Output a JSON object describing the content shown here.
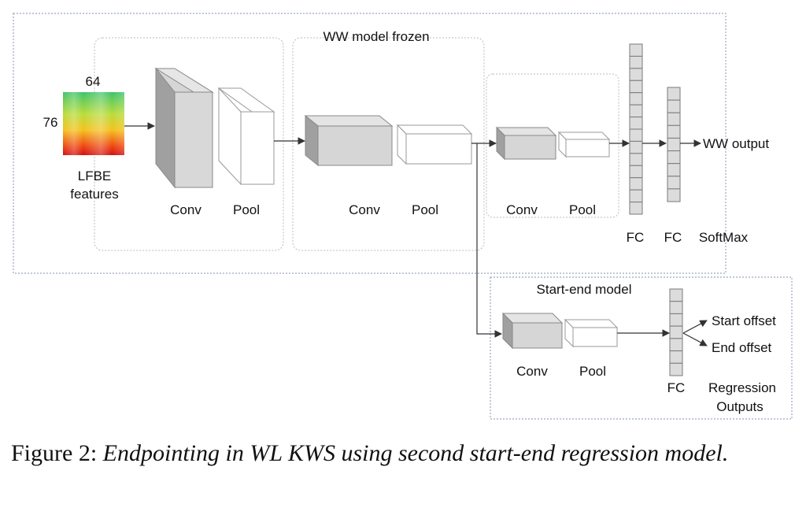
{
  "outer_box_title": "WW model frozen",
  "input": {
    "width_label": "64",
    "height_label": "76",
    "label_line1": "LFBE",
    "label_line2": "features"
  },
  "ww_branch": {
    "conv1": "Conv",
    "pool1": "Pool",
    "conv2": "Conv",
    "pool2": "Pool",
    "conv3": "Conv",
    "pool3": "Pool",
    "fc1": "FC",
    "fc2": "FC",
    "softmax": "SoftMax",
    "output": "WW output"
  },
  "start_end_branch": {
    "title": "Start-end model",
    "conv": "Conv",
    "pool": "Pool",
    "fc": "FC",
    "out_start": "Start offset",
    "out_end": "End offset",
    "regression_line1": "Regression",
    "regression_line2": "Outputs"
  },
  "caption": {
    "prefix": "Figure 2:",
    "text": "Endpointing in WL KWS using second start-end regression model."
  },
  "colors": {
    "box_gray": "#d6d6d6",
    "box_dark": "#9e9e9e",
    "frame": "#9aa6c0",
    "arrow": "#333333"
  }
}
